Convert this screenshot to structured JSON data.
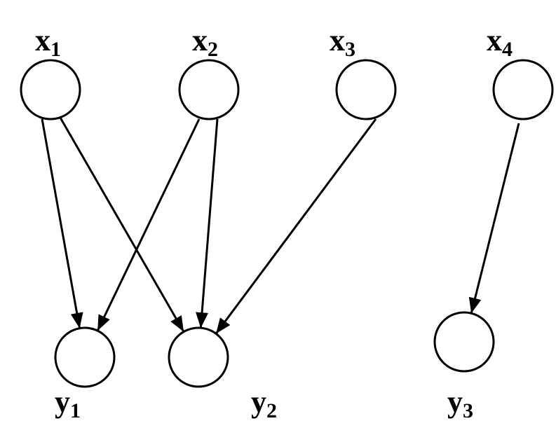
{
  "nodes": [
    {
      "id": "x1",
      "letter": "x",
      "index": "1",
      "row": "top"
    },
    {
      "id": "x2",
      "letter": "x",
      "index": "2",
      "row": "top"
    },
    {
      "id": "x3",
      "letter": "x",
      "index": "3",
      "row": "top"
    },
    {
      "id": "x4",
      "letter": "x",
      "index": "4",
      "row": "top"
    },
    {
      "id": "y1",
      "letter": "y",
      "index": "1",
      "row": "bottom"
    },
    {
      "id": "y2",
      "letter": "y",
      "index": "2",
      "row": "bottom"
    },
    {
      "id": "y3",
      "letter": "y",
      "index": "3",
      "row": "bottom"
    }
  ],
  "edges": [
    {
      "from": "x1",
      "to": "y1"
    },
    {
      "from": "x1",
      "to": "y2"
    },
    {
      "from": "x2",
      "to": "y1"
    },
    {
      "from": "x2",
      "to": "y2"
    },
    {
      "from": "x3",
      "to": "y2"
    },
    {
      "from": "x4",
      "to": "y3"
    }
  ],
  "colors": {
    "stroke": "#000000",
    "fill": "#ffffff"
  }
}
